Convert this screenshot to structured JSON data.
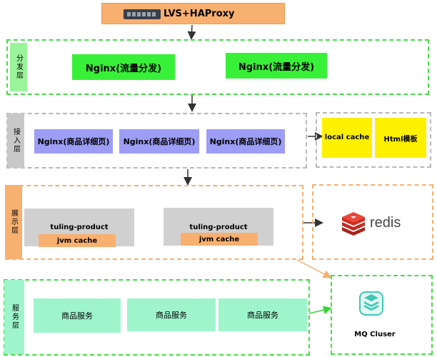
{
  "top": {
    "label": "LVS+HAProxy",
    "icon": "network-switch-icon"
  },
  "layers": {
    "distribution": {
      "label": "分发层",
      "nodes": [
        "Nginx(流量分发)",
        "Nginx(流量分发)"
      ]
    },
    "access": {
      "label": "接入层",
      "nodes": [
        "Nginx(商品详细页)",
        "Nginx(商品详细页)",
        "Nginx(商品详细页)"
      ],
      "cache": [
        "local cache",
        "Html模板"
      ]
    },
    "display": {
      "label": "展示层",
      "services": [
        {
          "name": "tuling-product",
          "cache": "jvm cache"
        },
        {
          "name": "tuling-product",
          "cache": "jvm cache"
        }
      ],
      "redis": "redis"
    },
    "service": {
      "label": "服务层",
      "nodes": [
        "商品服务",
        "商品服务",
        "商品服务"
      ],
      "mq": "MQ Cluser"
    }
  },
  "colors": {
    "green": "#38f038",
    "purple": "#9d9df5",
    "yellow": "#fff000",
    "orange": "#f8b070",
    "mint": "#9ef5cc",
    "redis": "#d82c20",
    "mq": "#3cc8b4"
  }
}
